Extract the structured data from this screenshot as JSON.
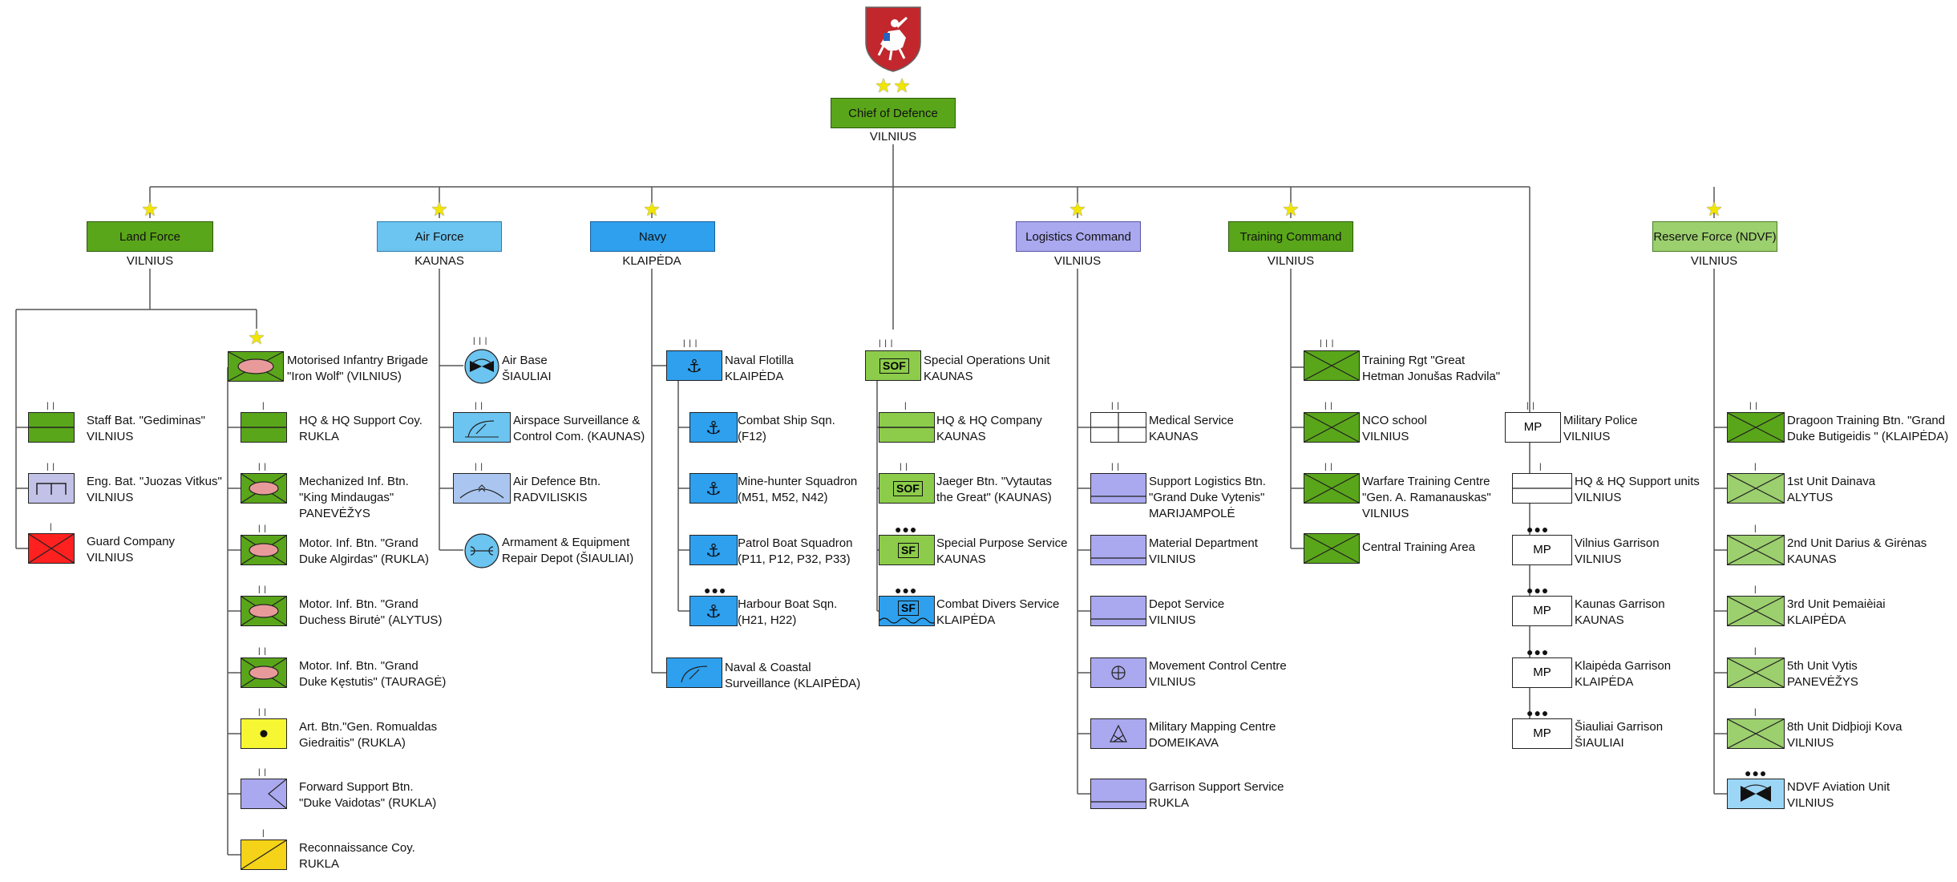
{
  "top": {
    "title": "Chief of Defence",
    "city": "VILNIUS"
  },
  "colors": {
    "land_green": "#5aa61a",
    "air_light_blue": "#6cc4f0",
    "navy_blue": "#2ea0ee",
    "logistics_purple": "#aaa8ee",
    "reserve_green": "#9ccf6e",
    "guard_red": "#ff2020",
    "yellow": "#f6f632",
    "recon_yellow": "#f4d318",
    "sof_green": "#8ccc4a",
    "white": "#ffffff",
    "eng_gray": "#c2c2e8",
    "star": "#f2e600"
  },
  "branches": [
    {
      "name": "Land Force",
      "city": "VILNIUS"
    },
    {
      "name": "Air Force",
      "city": "KAUNAS"
    },
    {
      "name": "Navy",
      "city": "KLAIPĖDA"
    },
    {
      "name": "Logistics Command",
      "city": "VILNIUS"
    },
    {
      "name": "Training Command",
      "city": "VILNIUS"
    },
    {
      "name": "Reserve Force (NDVF)",
      "city": "VILNIUS"
    }
  ],
  "units": {
    "lf_direct": [
      {
        "l1": "Staff Bat. \"Gediminas\"",
        "l2": "VILNIUS",
        "icon": "staff-battalion-icon"
      },
      {
        "l1": "Eng. Bat. \"Juozas Vitkus\"",
        "l2": "VILNIUS",
        "icon": "engineer-icon"
      },
      {
        "l1": "Guard Company",
        "l2": "VILNIUS",
        "icon": "guard-company-icon"
      }
    ],
    "brigade": [
      {
        "l1": "Motorised Infantry Brigade",
        "l2": "\"Iron Wolf\" (VILNIUS)",
        "icon": "motorised-infantry-icon"
      },
      {
        "l1": "HQ & HQ Support Coy.",
        "l2": "RUKLA",
        "icon": "hq-icon"
      },
      {
        "l1": "Mechanized Inf. Btn.",
        "l2": "\"King Mindaugas\"",
        "l3": "PANEVĖŽYS",
        "icon": "mechanized-infantry-icon"
      },
      {
        "l1": "Motor. Inf. Btn. \"Grand",
        "l2": "Duke Algirdas\" (RUKLA)",
        "icon": "motorised-infantry-icon"
      },
      {
        "l1": "Motor. Inf. Btn. \"Grand",
        "l2": "Duchess Birutė\" (ALYTUS)",
        "icon": "motorised-infantry-icon"
      },
      {
        "l1": "Motor. Inf. Btn. \"Grand",
        "l2": "Duke Kęstutis\" (TAURAGĖ)",
        "icon": "motorised-infantry-icon"
      },
      {
        "l1": "Art. Btn.\"Gen. Romualdas",
        "l2": "Giedraitis\" (RUKLA)",
        "icon": "artillery-icon"
      },
      {
        "l1": "Forward Support Btn.",
        "l2": "\"Duke Vaidotas\" (RUKLA)",
        "icon": "forward-support-icon"
      },
      {
        "l1": "Reconnaissance Coy.",
        "l2": "RUKLA",
        "icon": "reconnaissance-icon"
      }
    ],
    "air": [
      {
        "l1": "Air Base",
        "l2": "ŠIAULIAI",
        "icon": "air-base-icon"
      },
      {
        "l1": "Airspace Surveillance &",
        "l2": "Control Com. (KAUNAS)",
        "icon": "radar-icon"
      },
      {
        "l1": "Air Defence Btn.",
        "l2": "RADVILISKIS",
        "icon": "air-defence-icon"
      },
      {
        "l1": "Armament & Equipment",
        "l2": "Repair Depot (ŠIAULIAI)",
        "icon": "repair-depot-icon"
      }
    ],
    "navy": [
      {
        "l1": "Naval Flotilla",
        "l2": "KLAIPĖDA",
        "icon": "anchor-icon"
      },
      {
        "l1": "Combat Ship Sqn.",
        "l2": "(F12)",
        "icon": "anchor-icon"
      },
      {
        "l1": "Mine-hunter Squadron",
        "l2": "(M51, M52, N42)",
        "icon": "anchor-icon"
      },
      {
        "l1": "Patrol Boat Squadron",
        "l2": "(P11, P12, P32, P33)",
        "icon": "anchor-icon"
      },
      {
        "l1": "Harbour Boat Sqn.",
        "l2": "(H21, H22)",
        "icon": "anchor-icon"
      },
      {
        "l1": "Naval & Coastal",
        "l2": "Surveillance (KLAIPĖDA)",
        "icon": "radar-icon"
      }
    ],
    "sof": [
      {
        "l1": "Special Operations Unit",
        "l2": "KAUNAS",
        "icon": "sof-icon",
        "text": "SOF"
      },
      {
        "l1": "HQ & HQ Company",
        "l2": "KAUNAS",
        "icon": "hq-icon"
      },
      {
        "l1": "Jaeger Btn. \"Vytautas",
        "l2": "the Great\" (KAUNAS)",
        "icon": "sof-icon",
        "text": "SOF"
      },
      {
        "l1": "Special Purpose Service",
        "l2": "KAUNAS",
        "icon": "special-forces-icon",
        "text": "SF"
      },
      {
        "l1": "Combat Divers Service",
        "l2": "KLAIPĖDA",
        "icon": "combat-divers-icon",
        "text": "SF"
      }
    ],
    "logistics": [
      {
        "l1": "Medical Service",
        "l2": "KAUNAS",
        "icon": "medical-icon"
      },
      {
        "l1": "Support Logistics Btn.",
        "l2": "\"Grand Duke Vytenis\"",
        "l3": "MARIJAMPOLĖ",
        "icon": "logistics-icon"
      },
      {
        "l1": "Material Department",
        "l2": "VILNIUS",
        "icon": "logistics-icon"
      },
      {
        "l1": "Depot Service",
        "l2": "VILNIUS",
        "icon": "logistics-icon"
      },
      {
        "l1": "Movement Control Centre",
        "l2": "VILNIUS",
        "icon": "movement-control-icon"
      },
      {
        "l1": "Military Mapping Centre",
        "l2": "DOMEIKAVA",
        "icon": "mapping-icon"
      },
      {
        "l1": "Garrison Support Service",
        "l2": "RUKLA",
        "icon": "logistics-icon"
      }
    ],
    "training": [
      {
        "l1": "Training Rgt \"Great",
        "l2": "Hetman Jonušas Radvila\"",
        "icon": "infantry-icon"
      },
      {
        "l1": "NCO school",
        "l2": "VILNIUS",
        "icon": "infantry-icon"
      },
      {
        "l1": "Warfare Training Centre",
        "l2": "\"Gen. A. Ramanauskas\"",
        "l3": "VILNIUS",
        "icon": "infantry-icon"
      },
      {
        "l1": "Central Training Area",
        "l2": "",
        "icon": "infantry-icon"
      }
    ],
    "mp": [
      {
        "l1": "Military Police",
        "l2": "VILNIUS",
        "icon": "military-police-icon",
        "text": "MP"
      },
      {
        "l1": "HQ & HQ Support units",
        "l2": "VILNIUS",
        "icon": "hq-icon"
      },
      {
        "l1": "Vilnius Garrison",
        "l2": "VILNIUS",
        "icon": "military-police-icon",
        "text": "MP"
      },
      {
        "l1": "Kaunas Garrison",
        "l2": "KAUNAS",
        "icon": "military-police-icon",
        "text": "MP"
      },
      {
        "l1": "Klaipėda Garrison",
        "l2": "KLAIPĖDA",
        "icon": "military-police-icon",
        "text": "MP"
      },
      {
        "l1": "Šiauliai Garrison",
        "l2": "ŠIAULIAI",
        "icon": "military-police-icon",
        "text": "MP"
      }
    ],
    "reserve": [
      {
        "l1": "Dragoon Training Btn. \"Grand",
        "l2": "Duke Butigeidis \" (KLAIPĖDA)",
        "icon": "infantry-icon"
      },
      {
        "l1": "1st Unit Dainava",
        "l2": "ALYTUS",
        "icon": "infantry-icon"
      },
      {
        "l1": "2nd Unit Darius & Girėnas",
        "l2": "KAUNAS",
        "icon": "infantry-icon"
      },
      {
        "l1": "3rd Unit Þemaièiai",
        "l2": "KLAIPĖDA",
        "icon": "infantry-icon"
      },
      {
        "l1": "5th Unit Vytis",
        "l2": "PANEVĖŽYS",
        "icon": "infantry-icon"
      },
      {
        "l1": "8th Unit Didþioji Kova",
        "l2": "VILNIUS",
        "icon": "infantry-icon"
      },
      {
        "l1": "NDVF Aviation Unit",
        "l2": "VILNIUS",
        "icon": "aviation-icon"
      }
    ]
  }
}
